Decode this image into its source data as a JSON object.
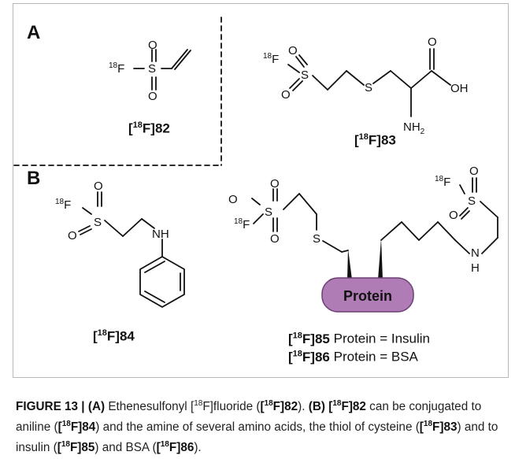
{
  "panels": {
    "a_label": "A",
    "b_label": "B"
  },
  "compounds": {
    "c82": {
      "prefix": "[",
      "mass": "18",
      "suffix": "F]82"
    },
    "c83": {
      "prefix": "[",
      "mass": "18",
      "suffix": "F]83"
    },
    "c84": {
      "prefix": "[",
      "mass": "18",
      "suffix": "F]84"
    },
    "c85": {
      "prefix": "[",
      "mass": "18",
      "suffix": "F]85",
      "protein_text": " Protein = Insulin"
    },
    "c86": {
      "prefix": "[",
      "mass": "18",
      "suffix": "F]86",
      "protein_text": " Protein = BSA"
    }
  },
  "atoms": {
    "fluorine_mass": "18",
    "fluorine": "F",
    "sulfur": "S",
    "oxygen": "O",
    "hydroxyl": "OH",
    "amine_nh": "NH",
    "amine_n": "N",
    "amine_h": "H",
    "amino": "NH",
    "amino_sub": "2"
  },
  "protein_label": "Protein",
  "colors": {
    "protein_fill": "#b07cb5",
    "protein_stroke": "#6a3f73",
    "border": "#b8b8b8"
  },
  "caption": {
    "figure_label": "FIGURE 13 | ",
    "a_tag": "(A)",
    "a_text_1": " Ethenesulfonyl [",
    "a_mass": "18",
    "a_text_2": "F]fluoride (",
    "a_ref_open": "[",
    "a_ref_mass": "18",
    "a_ref_rest": "F]82",
    "a_text_3": "). ",
    "b_tag": "(B)",
    "b_ref_open": " [",
    "b_ref_mass": "18",
    "b_ref_rest": "F]82",
    "b_text_1": " can be conjugated to aniline (",
    "r84_open": "[",
    "r84_mass": "18",
    "r84_rest": "F]84",
    "b_text_2": ") and the amine of several amino acids, the thiol of cysteine (",
    "r83_open": "[",
    "r83_mass": "18",
    "r83_rest": "F]83",
    "b_text_3": ") and to insulin (",
    "r85_open": "[",
    "r85_mass": "18",
    "r85_rest": "F]85",
    "b_text_4": ") and BSA (",
    "r86_open": "[",
    "r86_mass": "18",
    "r86_rest": "F]86",
    "b_text_5": ")."
  }
}
